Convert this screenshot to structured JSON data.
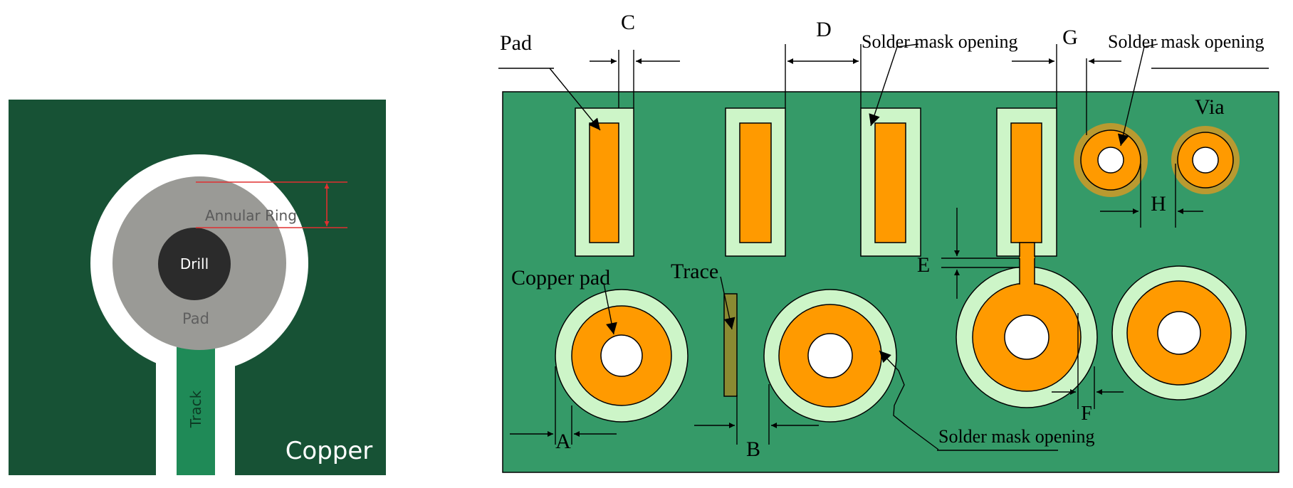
{
  "left_panel": {
    "drill_label": "Drill",
    "pad_label": "Pad",
    "annular_ring_label": "Annular Ring",
    "track_label": "Track",
    "copper_label": "Copper",
    "colors": {
      "board": "#175235",
      "clearance": "#ffffff",
      "pad": "#9a9a96",
      "drill": "#2b2b2b",
      "track": "#1f8a57",
      "dimension_line": "#e03030"
    }
  },
  "right_panel": {
    "labels": {
      "pad": "Pad",
      "c": "C",
      "d": "D",
      "g": "G",
      "solder_mask_opening_1": "Solder mask opening",
      "solder_mask_opening_2": "Solder mask opening",
      "solder_mask_opening_3": "Solder mask opening",
      "via": "Via",
      "h": "H",
      "e": "E",
      "copper_pad": "Copper pad",
      "trace": "Trace",
      "a": "A",
      "b": "B",
      "f": "F"
    },
    "colors": {
      "board": "#359a68",
      "mask_opening": "#cdf5c8",
      "copper": "#ff9a00",
      "via_ring": "#b99a30",
      "trace": "#8a8a32",
      "outline": "#000000"
    }
  }
}
